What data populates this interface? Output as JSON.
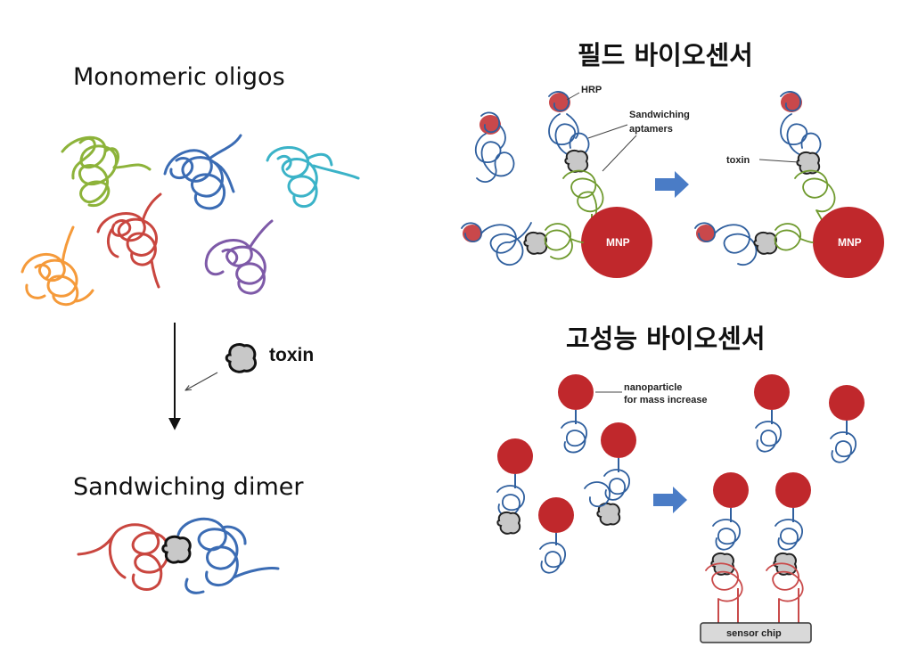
{
  "left": {
    "monomer_label": "Monomeric oligos",
    "toxin_label": "toxin",
    "dimer_label": "Sandwiching dimer"
  },
  "field_sensor": {
    "title": "필드 바이오센서",
    "hrp_label": "HRP",
    "sandwich_label_1": "Sandwiching",
    "sandwich_label_2": "aptamers",
    "toxin_label": "toxin",
    "mnp_label": "MNP"
  },
  "high_sensor": {
    "title": "고성능 바이오센서",
    "nano_label_1": "nanoparticle",
    "nano_label_2": "for mass increase",
    "chip_label": "sensor chip"
  },
  "colors": {
    "green": "#8db33a",
    "blue_dark": "#3b6cb4",
    "cyan": "#3bb3c8",
    "orange": "#f59a3a",
    "red": "#c9463f",
    "purple": "#7e5aa8",
    "mnp_red": "#c0282c",
    "arrow_blue": "#4a7cc6",
    "aptamer_blue": "#2f5f9e",
    "aptamer_green": "#6f9a2e",
    "aptamer_red": "#c94a4a"
  }
}
